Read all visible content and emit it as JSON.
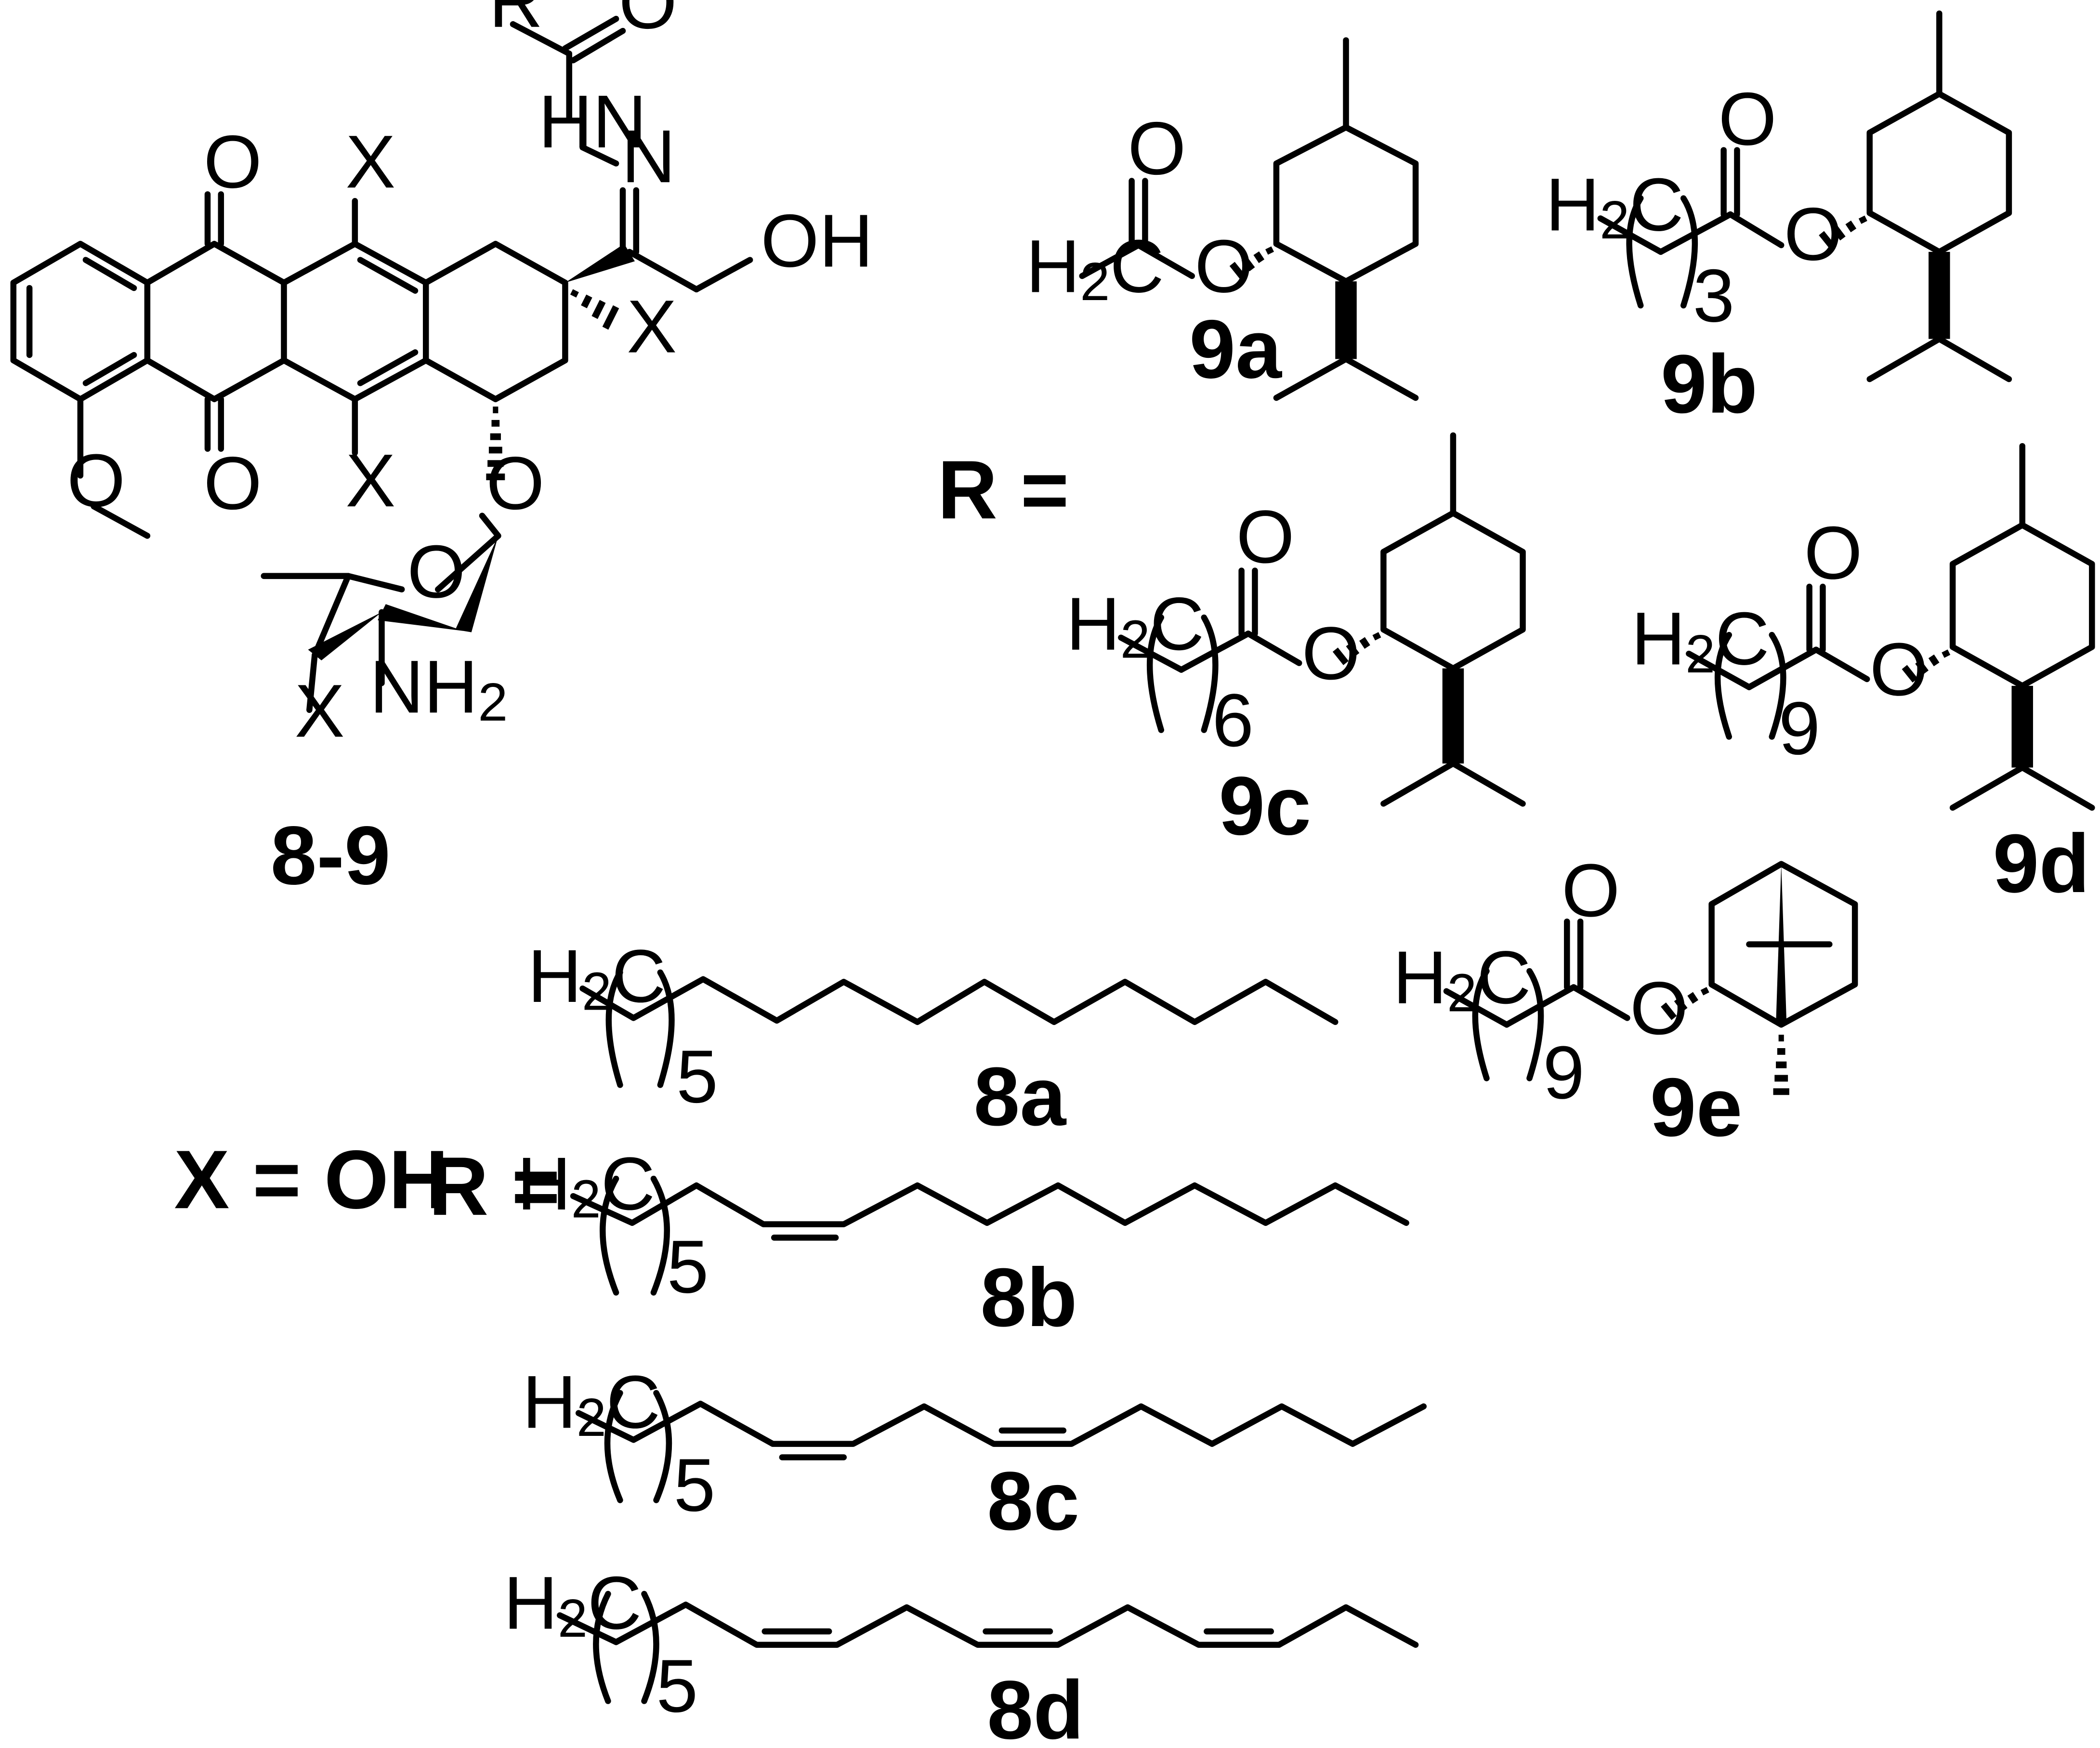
{
  "atom_labels": {
    "R": "R",
    "O": "O",
    "HN": "HN",
    "N": "N",
    "OH": "OH",
    "X": "X",
    "H": "H",
    "C": "C",
    "NH": "NH",
    "sub2": "2"
  },
  "repeat_counts": {
    "three": "3",
    "five": "5",
    "six": "6",
    "nine": "9"
  },
  "compound_labels": {
    "parent": "8-9",
    "c9a": "9a",
    "c9b": "9b",
    "c9c": "9c",
    "c9d": "9d",
    "c9e": "9e",
    "c8a": "8a",
    "c8b": "8b",
    "c8c": "8c",
    "c8d": "8d"
  },
  "definitions": {
    "r_equals": "R =",
    "x_equals": "X = OH"
  }
}
